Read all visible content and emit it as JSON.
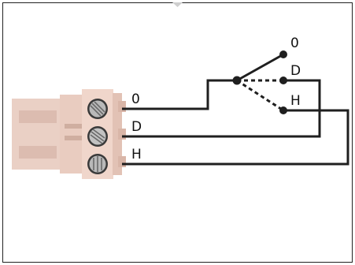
{
  "diagram": {
    "terminal_labels": {
      "zero": "0",
      "d": "D",
      "h": "H"
    },
    "switch_labels": {
      "zero": "0",
      "d": "D",
      "h": "H"
    },
    "colors": {
      "wire": "#1f1f1f",
      "connector_body": "#e9ccc0",
      "connector_shadow": "#d9b6a8",
      "screw": "#b9b9b9",
      "screw_dark": "#3a3a3a"
    }
  }
}
